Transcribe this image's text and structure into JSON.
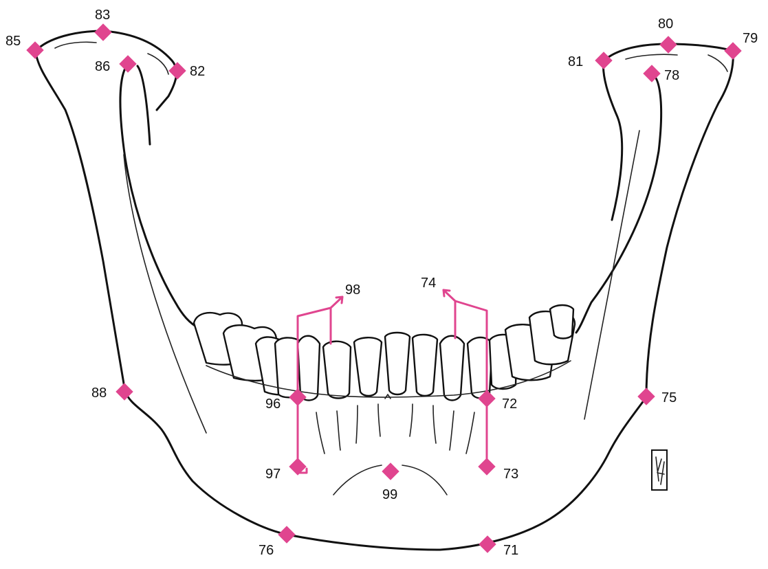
{
  "landmarks": [
    {
      "id": "71",
      "label": "71"
    },
    {
      "id": "72",
      "label": "72"
    },
    {
      "id": "73",
      "label": "73"
    },
    {
      "id": "74",
      "label": "74"
    },
    {
      "id": "75",
      "label": "75"
    },
    {
      "id": "76",
      "label": "76"
    },
    {
      "id": "78",
      "label": "78"
    },
    {
      "id": "79",
      "label": "79"
    },
    {
      "id": "80",
      "label": "80"
    },
    {
      "id": "81",
      "label": "81"
    },
    {
      "id": "82",
      "label": "82"
    },
    {
      "id": "83",
      "label": "83"
    },
    {
      "id": "85",
      "label": "85"
    },
    {
      "id": "86",
      "label": "86"
    },
    {
      "id": "88",
      "label": "88"
    },
    {
      "id": "96",
      "label": "96"
    },
    {
      "id": "97",
      "label": "97"
    },
    {
      "id": "98",
      "label": "98"
    },
    {
      "id": "99",
      "label": "99"
    }
  ],
  "colors": {
    "marker": "#e0458f",
    "ink": "#111111",
    "background": "#ffffff"
  }
}
